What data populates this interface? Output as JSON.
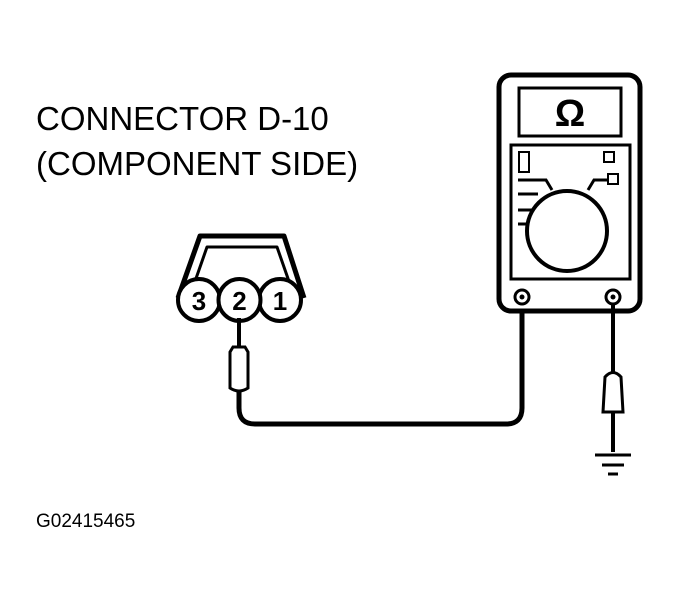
{
  "labels": {
    "connector_line1": "CONNECTOR D-10",
    "connector_line2": "(COMPONENT SIDE)",
    "figure_code": "G02415465"
  },
  "connector": {
    "pins": [
      "3",
      "2",
      "1"
    ]
  },
  "meter": {
    "display_symbol": "Ω"
  },
  "icons": {
    "meter": "ohmmeter-icon",
    "ground": "ground-symbol-icon",
    "probe": "test-probe-icon"
  },
  "colors": {
    "line": "#000000",
    "background": "#ffffff"
  }
}
